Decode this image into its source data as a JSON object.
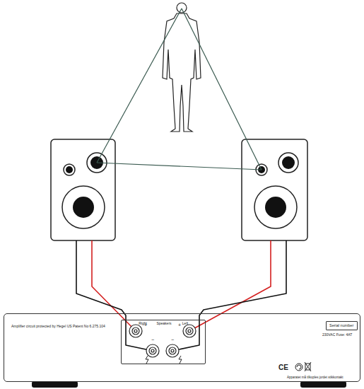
{
  "diagram": {
    "nodes": [
      {
        "text": [
          "Amplifier circuit protected by Hegel US Patent No 6.275.104",
          "230VAC  Fuse: 4AT",
          "Apparatet må tilkoples jordet stikkontakt"
        ]
      },
      {
        "text": [
          "Right",
          "Speakers",
          "Left"
        ],
        "in": 0
      },
      {
        "text": [
          "Serial number"
        ],
        "in": 0
      }
    ],
    "labels": [
      "+",
      "−",
      "−",
      "+",
      "CE"
    ]
  }
}
